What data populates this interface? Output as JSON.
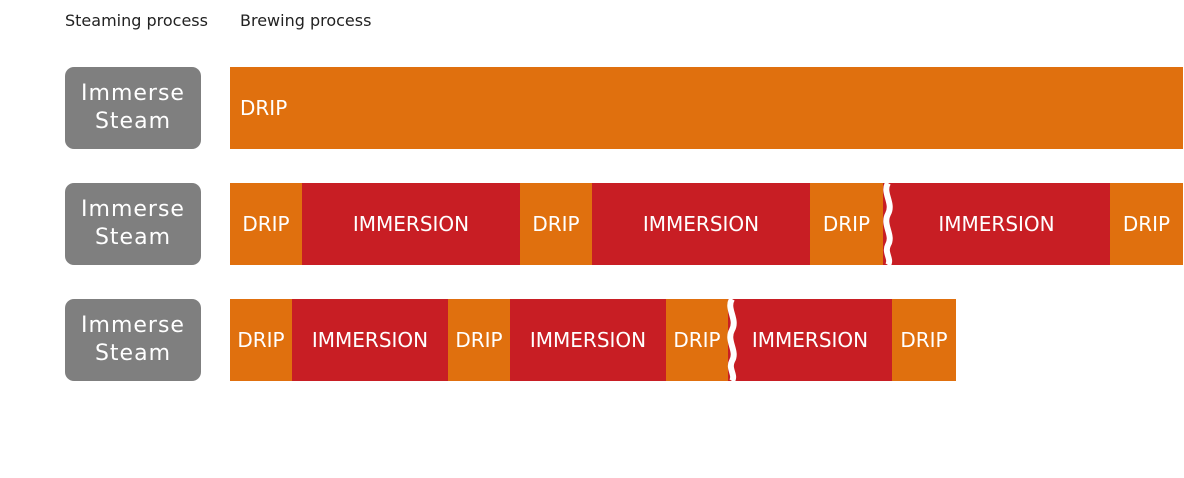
{
  "headers": {
    "steaming": "Steaming process",
    "brewing": "Brewing process"
  },
  "colors": {
    "steam_box": "#7f7f7f",
    "drip": "#e0700e",
    "immersion": "#c81e24",
    "break": "#ffffff"
  },
  "rows": [
    {
      "steam": [
        "Immerse",
        "Steam"
      ],
      "segments": [
        {
          "type": "drip",
          "label": "DRIP"
        }
      ]
    },
    {
      "steam": [
        "Immerse",
        "Steam"
      ],
      "segments": [
        {
          "type": "drip",
          "label": "DRIP"
        },
        {
          "type": "immersion",
          "label": "IMMERSION"
        },
        {
          "type": "drip",
          "label": "DRIP"
        },
        {
          "type": "immersion",
          "label": "IMMERSION"
        },
        {
          "type": "drip",
          "label": "DRIP"
        },
        {
          "type": "immersion",
          "label": "IMMERSION"
        },
        {
          "type": "drip",
          "label": "DRIP"
        }
      ],
      "break_after_segment": 4
    },
    {
      "steam": [
        "Immerse",
        "Steam"
      ],
      "segments": [
        {
          "type": "drip",
          "label": "DRIP"
        },
        {
          "type": "immersion",
          "label": "IMMERSION"
        },
        {
          "type": "drip",
          "label": "DRIP"
        },
        {
          "type": "immersion",
          "label": "IMMERSION"
        },
        {
          "type": "drip",
          "label": "DRIP"
        },
        {
          "type": "immersion",
          "label": "IMMERSION"
        },
        {
          "type": "drip",
          "label": "DRIP"
        }
      ],
      "break_after_segment": 4
    }
  ]
}
